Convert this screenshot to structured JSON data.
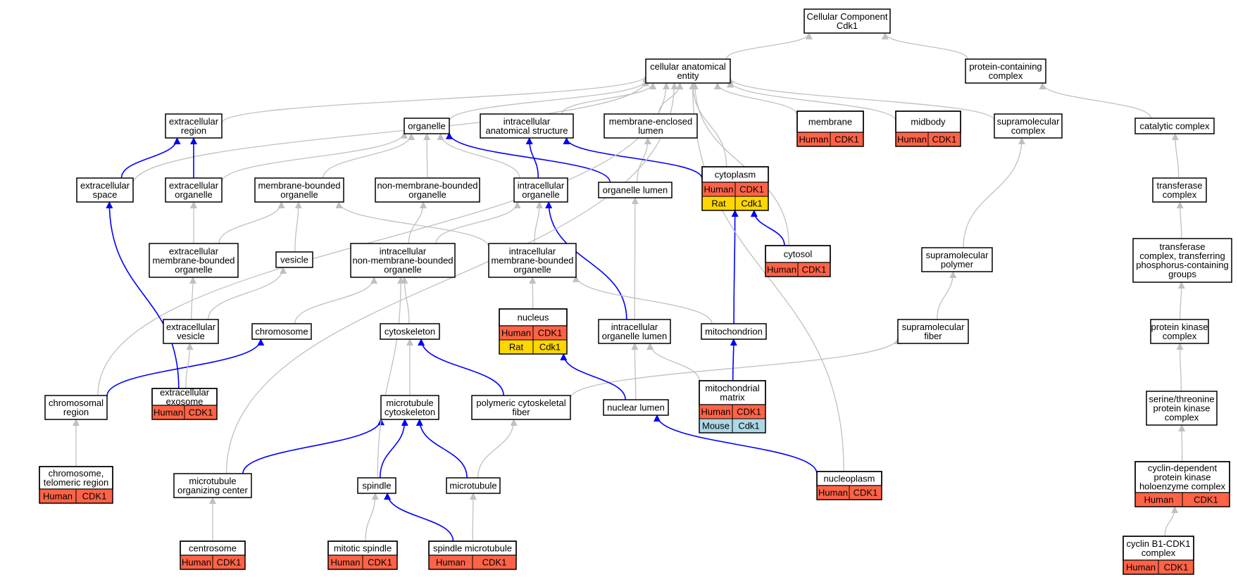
{
  "colors": {
    "human": "#ff6347",
    "rat": "#ffd700",
    "mouse": "#add8e6",
    "edge_is_a": "#c0c0c0",
    "edge_part_of": "#0000ff"
  },
  "nodes": {
    "root": [
      "Cellular Component",
      "Cdk1"
    ],
    "cae": [
      "cellular anatomical",
      "entity"
    ],
    "pcc": [
      "protein-containing",
      "complex"
    ],
    "extreg": [
      "extracellular",
      "region"
    ],
    "organelle": [
      "organelle"
    ],
    "ias": [
      "intracellular",
      "anatomical structure"
    ],
    "mel": [
      "membrane-enclosed",
      "lumen"
    ],
    "membrane": [
      "membrane"
    ],
    "midbody": [
      "midbody"
    ],
    "supcomplex": [
      "supramolecular",
      "complex"
    ],
    "catcomplex": [
      "catalytic complex"
    ],
    "extspace": [
      "extracellular",
      "space"
    ],
    "extorg": [
      "extracellular",
      "organelle"
    ],
    "mbo": [
      "membrane-bounded",
      "organelle"
    ],
    "nmbo": [
      "non-membrane-bounded",
      "organelle"
    ],
    "intorg": [
      "intracellular",
      "organelle"
    ],
    "orglumen": [
      "organelle lumen"
    ],
    "cytoplasm": [
      "cytoplasm"
    ],
    "transcomplex": [
      "transferase",
      "complex"
    ],
    "embo": [
      "extracellular",
      "membrane-bounded",
      "organelle"
    ],
    "vesicle": [
      "vesicle"
    ],
    "inmbo": [
      "intracellular",
      "non-membrane-bounded",
      "organelle"
    ],
    "imbo": [
      "intracellular",
      "membrane-bounded",
      "organelle"
    ],
    "cytosol": [
      "cytosol"
    ],
    "suppolymer": [
      "supramolecular",
      "polymer"
    ],
    "tctpcg": [
      "transferase",
      "complex, transferring",
      "phosphorus-containing",
      "groups"
    ],
    "nucleus": [
      "nucleus"
    ],
    "extvesicle": [
      "extracellular",
      "vesicle"
    ],
    "chromosome": [
      "chromosome"
    ],
    "cytoskeleton": [
      "cytoskeleton"
    ],
    "iol": [
      "intracellular",
      "organelle lumen"
    ],
    "mito": [
      "mitochondrion"
    ],
    "supfiber": [
      "supramolecular",
      "fiber"
    ],
    "pkc": [
      "protein kinase",
      "complex"
    ],
    "chromreg": [
      "chromosomal",
      "region"
    ],
    "exosome": [
      "extracellular",
      "exosome"
    ],
    "mtcyto": [
      "microtubule",
      "cytoskeleton"
    ],
    "pcf": [
      "polymeric cytoskeletal",
      "fiber"
    ],
    "nuclum": [
      "nuclear lumen"
    ],
    "mitomatrix": [
      "mitochondrial",
      "matrix"
    ],
    "stpkc": [
      "serine/threonine",
      "protein kinase",
      "complex"
    ],
    "telomeric": [
      "chromosome,",
      "telomeric region"
    ],
    "mtoc": [
      "microtubule",
      "organizing center"
    ],
    "spindle": [
      "spindle"
    ],
    "microtubule": [
      "microtubule"
    ],
    "nucleoplasm": [
      "nucleoplasm"
    ],
    "cdkhc": [
      "cyclin-dependent",
      "protein kinase",
      "holoenzyme complex"
    ],
    "centrosome": [
      "centrosome"
    ],
    "mitspindle": [
      "mitotic spindle"
    ],
    "spindlemt": [
      "spindle microtubule"
    ],
    "cyclinb1": [
      "cyclin B1-CDK1",
      "complex"
    ]
  },
  "annotations": {
    "membrane": [
      [
        "Human",
        "CDK1"
      ]
    ],
    "midbody": [
      [
        "Human",
        "CDK1"
      ]
    ],
    "cytoplasm": [
      [
        "Human",
        "CDK1"
      ],
      [
        "Rat",
        "Cdk1"
      ]
    ],
    "cytosol": [
      [
        "Human",
        "CDK1"
      ]
    ],
    "nucleus": [
      [
        "Human",
        "CDK1"
      ],
      [
        "Rat",
        "Cdk1"
      ]
    ],
    "exosome": [
      [
        "Human",
        "CDK1"
      ]
    ],
    "mitomatrix": [
      [
        "Human",
        "CDK1"
      ],
      [
        "Mouse",
        "Cdk1"
      ]
    ],
    "telomeric": [
      [
        "Human",
        "CDK1"
      ]
    ],
    "nucleoplasm": [
      [
        "Human",
        "CDK1"
      ]
    ],
    "cdkhc": [
      [
        "Human",
        "CDK1"
      ]
    ],
    "centrosome": [
      [
        "Human",
        "CDK1"
      ]
    ],
    "mitspindle": [
      [
        "Human",
        "CDK1"
      ]
    ],
    "spindlemt": [
      [
        "Human",
        "CDK1"
      ]
    ],
    "cyclinb1": [
      [
        "Human",
        "CDK1"
      ]
    ]
  },
  "edges": [
    {
      "from": "cae",
      "to": "root",
      "type": "is_a"
    },
    {
      "from": "pcc",
      "to": "root",
      "type": "is_a"
    },
    {
      "from": "extreg",
      "to": "cae",
      "type": "is_a"
    },
    {
      "from": "organelle",
      "to": "cae",
      "type": "is_a"
    },
    {
      "from": "ias",
      "to": "cae",
      "type": "is_a"
    },
    {
      "from": "mel",
      "to": "cae",
      "type": "is_a"
    },
    {
      "from": "membrane",
      "to": "cae",
      "type": "is_a"
    },
    {
      "from": "midbody",
      "to": "cae",
      "type": "is_a"
    },
    {
      "from": "supcomplex",
      "to": "cae",
      "type": "is_a"
    },
    {
      "from": "catcomplex",
      "to": "pcc",
      "type": "is_a"
    },
    {
      "from": "extspace",
      "to": "cae",
      "type": "is_a"
    },
    {
      "from": "extspace",
      "to": "extreg",
      "type": "part_of"
    },
    {
      "from": "extorg",
      "to": "extreg",
      "type": "part_of"
    },
    {
      "from": "extorg",
      "to": "organelle",
      "type": "is_a"
    },
    {
      "from": "mbo",
      "to": "organelle",
      "type": "is_a"
    },
    {
      "from": "nmbo",
      "to": "organelle",
      "type": "is_a"
    },
    {
      "from": "intorg",
      "to": "organelle",
      "type": "is_a"
    },
    {
      "from": "intorg",
      "to": "ias",
      "type": "part_of"
    },
    {
      "from": "orglumen",
      "to": "mel",
      "type": "is_a"
    },
    {
      "from": "orglumen",
      "to": "organelle",
      "type": "part_of"
    },
    {
      "from": "cytoplasm",
      "to": "cae",
      "type": "is_a"
    },
    {
      "from": "cytoplasm",
      "to": "ias",
      "type": "part_of"
    },
    {
      "from": "transcomplex",
      "to": "catcomplex",
      "type": "is_a"
    },
    {
      "from": "embo",
      "to": "extorg",
      "type": "is_a"
    },
    {
      "from": "embo",
      "to": "mbo",
      "type": "is_a"
    },
    {
      "from": "vesicle",
      "to": "mbo",
      "type": "is_a"
    },
    {
      "from": "inmbo",
      "to": "nmbo",
      "type": "is_a"
    },
    {
      "from": "inmbo",
      "to": "intorg",
      "type": "is_a"
    },
    {
      "from": "imbo",
      "to": "intorg",
      "type": "is_a"
    },
    {
      "from": "imbo",
      "to": "mbo",
      "type": "is_a"
    },
    {
      "from": "cytosol",
      "to": "cae",
      "type": "is_a"
    },
    {
      "from": "cytosol",
      "to": "cytoplasm",
      "type": "part_of"
    },
    {
      "from": "suppolymer",
      "to": "supcomplex",
      "type": "is_a"
    },
    {
      "from": "tctpcg",
      "to": "transcomplex",
      "type": "is_a"
    },
    {
      "from": "nucleus",
      "to": "imbo",
      "type": "is_a"
    },
    {
      "from": "extvesicle",
      "to": "embo",
      "type": "is_a"
    },
    {
      "from": "extvesicle",
      "to": "vesicle",
      "type": "is_a"
    },
    {
      "from": "chromosome",
      "to": "inmbo",
      "type": "is_a"
    },
    {
      "from": "cytoskeleton",
      "to": "inmbo",
      "type": "is_a"
    },
    {
      "from": "iol",
      "to": "orglumen",
      "type": "is_a"
    },
    {
      "from": "iol",
      "to": "intorg",
      "type": "part_of"
    },
    {
      "from": "mito",
      "to": "imbo",
      "type": "is_a"
    },
    {
      "from": "mito",
      "to": "cytoplasm",
      "type": "part_of"
    },
    {
      "from": "supfiber",
      "to": "suppolymer",
      "type": "is_a"
    },
    {
      "from": "pkc",
      "to": "tctpcg",
      "type": "is_a"
    },
    {
      "from": "chromreg",
      "to": "cae",
      "type": "is_a"
    },
    {
      "from": "chromreg",
      "to": "chromosome",
      "type": "part_of"
    },
    {
      "from": "exosome",
      "to": "extvesicle",
      "type": "is_a"
    },
    {
      "from": "exosome",
      "to": "extspace",
      "type": "part_of"
    },
    {
      "from": "mtcyto",
      "to": "cytoskeleton",
      "type": "is_a"
    },
    {
      "from": "pcf",
      "to": "supfiber",
      "type": "is_a"
    },
    {
      "from": "pcf",
      "to": "cytoskeleton",
      "type": "part_of"
    },
    {
      "from": "nuclum",
      "to": "iol",
      "type": "is_a"
    },
    {
      "from": "nuclum",
      "to": "nucleus",
      "type": "part_of"
    },
    {
      "from": "mitomatrix",
      "to": "iol",
      "type": "is_a"
    },
    {
      "from": "mitomatrix",
      "to": "mito",
      "type": "part_of"
    },
    {
      "from": "stpkc",
      "to": "pkc",
      "type": "is_a"
    },
    {
      "from": "telomeric",
      "to": "chromreg",
      "type": "is_a"
    },
    {
      "from": "mtoc",
      "to": "cae",
      "type": "is_a"
    },
    {
      "from": "mtoc",
      "to": "mtcyto",
      "type": "part_of"
    },
    {
      "from": "spindle",
      "to": "inmbo",
      "type": "is_a"
    },
    {
      "from": "spindle",
      "to": "mtcyto",
      "type": "part_of"
    },
    {
      "from": "microtubule",
      "to": "pcf",
      "type": "is_a"
    },
    {
      "from": "microtubule",
      "to": "mtcyto",
      "type": "part_of"
    },
    {
      "from": "nucleoplasm",
      "to": "cae",
      "type": "is_a"
    },
    {
      "from": "nucleoplasm",
      "to": "nuclum",
      "type": "part_of"
    },
    {
      "from": "cdkhc",
      "to": "stpkc",
      "type": "is_a"
    },
    {
      "from": "centrosome",
      "to": "mtoc",
      "type": "is_a"
    },
    {
      "from": "mitspindle",
      "to": "spindle",
      "type": "is_a"
    },
    {
      "from": "spindlemt",
      "to": "microtubule",
      "type": "is_a"
    },
    {
      "from": "spindlemt",
      "to": "spindle",
      "type": "part_of"
    },
    {
      "from": "cyclinb1",
      "to": "cdkhc",
      "type": "is_a"
    }
  ]
}
